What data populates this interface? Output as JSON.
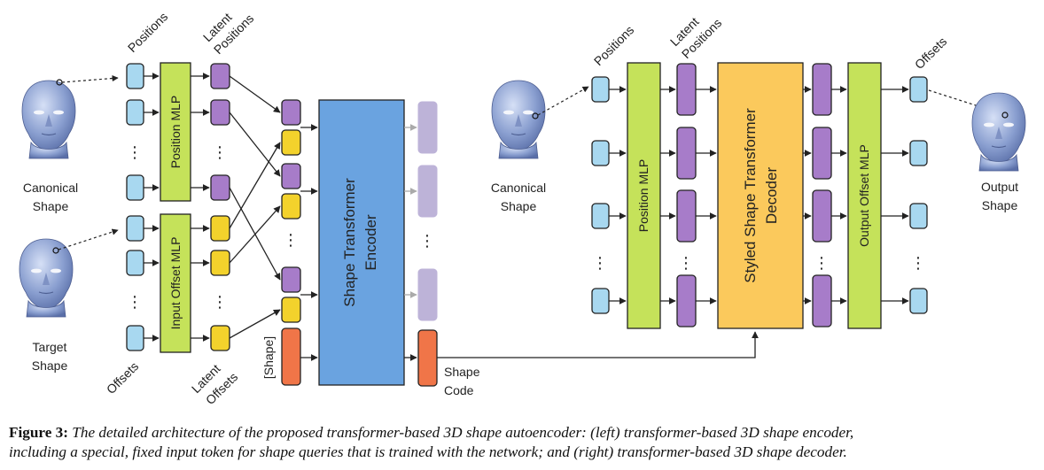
{
  "encoder": {
    "positions_label": "Positions",
    "latent_positions_label_1": "Latent",
    "latent_positions_label_2": "Positions",
    "offsets_label": "Offsets",
    "latent_offsets_label_1": "Latent",
    "latent_offsets_label_2": "Offsets",
    "position_mlp": "Position MLP",
    "input_offset_mlp": "Input Offset MLP",
    "transformer": [
      "Shape Transformer",
      "Encoder"
    ],
    "shape_token": "[Shape]",
    "shape_code": [
      "Shape",
      "Code"
    ],
    "canonical_shape": [
      "Canonical",
      "Shape"
    ],
    "target_shape": [
      "Target",
      "Shape"
    ],
    "ellipsis": "⋮"
  },
  "decoder": {
    "positions_label": "Positions",
    "latent_positions_label_1": "Latent",
    "latent_positions_label_2": "Positions",
    "offsets_label": "Offsets",
    "position_mlp": "Position MLP",
    "transformer": [
      "Styled Shape Transformer",
      "Decoder"
    ],
    "output_offset_mlp": "Output Offset MLP",
    "canonical_shape": [
      "Canonical",
      "Shape"
    ],
    "output_shape": [
      "Output",
      "Shape"
    ],
    "ellipsis": "⋮"
  },
  "caption": {
    "label": "Figure 3:",
    "text_line1": " The detailed architecture of the proposed transformer-based 3D shape autoencoder: (left) transformer-based 3D shape encoder,",
    "text_line2": "including a special, fixed input token for shape queries that is trained with the network; and (right) transformer-based 3D shape decoder."
  },
  "colors": {
    "input_token": "#a8d8f0",
    "mlp": "#c5e25a",
    "latent_position": "#a77cc9",
    "latent_offset": "#f3d22c",
    "encoder_block": "#6aa3e0",
    "decoder_block": "#fbc95c",
    "shape_token": "#f07548",
    "encoder_output": "#bdb3d8",
    "head": "#8fa5d6"
  },
  "icons": [
    "head-mesh-icon"
  ]
}
